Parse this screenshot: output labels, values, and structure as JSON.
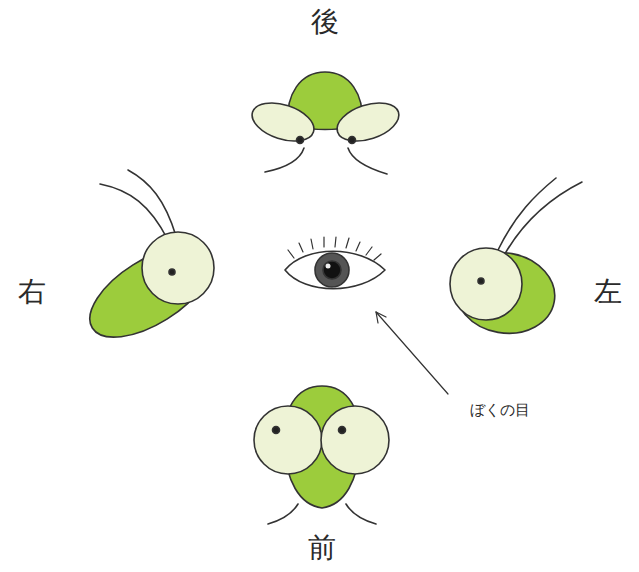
{
  "diagram": {
    "labels": [
      "後",
      "右",
      "左",
      "前",
      "ぼくの目"
    ]
  }
}
